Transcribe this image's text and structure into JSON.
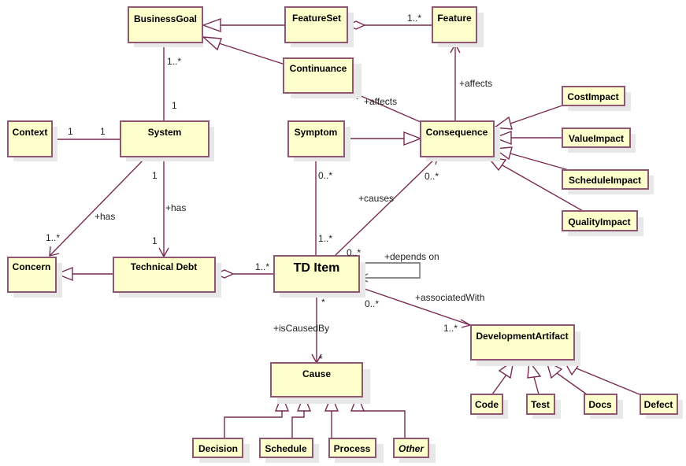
{
  "classes": {
    "business_goal": {
      "name": "BusinessGoal"
    },
    "feature_set": {
      "name": "FeatureSet"
    },
    "feature": {
      "name": "Feature"
    },
    "continuance": {
      "name": "Continuance"
    },
    "context": {
      "name": "Context"
    },
    "system": {
      "name": "System"
    },
    "symptom": {
      "name": "Symptom"
    },
    "consequence": {
      "name": "Consequence"
    },
    "cost_impact": {
      "name": "CostImpact"
    },
    "value_impact": {
      "name": "ValueImpact"
    },
    "schedule_impact": {
      "name": "ScheduleImpact"
    },
    "quality_impact": {
      "name": "QualityImpact"
    },
    "concern": {
      "name": "Concern"
    },
    "technical_debt": {
      "name": "Technical Debt"
    },
    "td_item": {
      "name": "TD Item"
    },
    "cause": {
      "name": "Cause"
    },
    "development_artifact": {
      "name": "DevelopmentArtifact"
    },
    "decision": {
      "name": "Decision"
    },
    "schedule": {
      "name": "Schedule"
    },
    "process": {
      "name": "Process"
    },
    "other": {
      "name": "Other"
    },
    "code": {
      "name": "Code"
    },
    "test": {
      "name": "Test"
    },
    "docs": {
      "name": "Docs"
    },
    "defect": {
      "name": "Defect"
    }
  },
  "labels": {
    "bg_system_mult_goal": "1..*",
    "bg_system_mult_system": "1",
    "context_mult": "1",
    "system_context_mult": "1",
    "featureset_feature_mult": "1..*",
    "consequence_feature_role": "+affects",
    "consequence_continuance_role": "+affects",
    "system_concern_role": "+has",
    "system_concern_mult": "1..*",
    "system_td_mult_top": "1",
    "system_td_role": "+has",
    "system_td_mult_bottom": "1",
    "td_tditem_mult": "1..*",
    "symptom_mult": "0..*",
    "symptom_tditem_mult": "1..*",
    "causes_role": "+causes",
    "causes_mult_consequence": "0..*",
    "causes_mult_tditem": "0..*",
    "depends_role": "+depends on",
    "isCausedBy_mult_top": "*",
    "isCausedBy_role": "+isCausedBy",
    "isCausedBy_mult_bottom": "*",
    "associated_mult_tditem": "0..*",
    "associated_role": "+associatedWith",
    "associated_mult_artifact": "1..*"
  }
}
